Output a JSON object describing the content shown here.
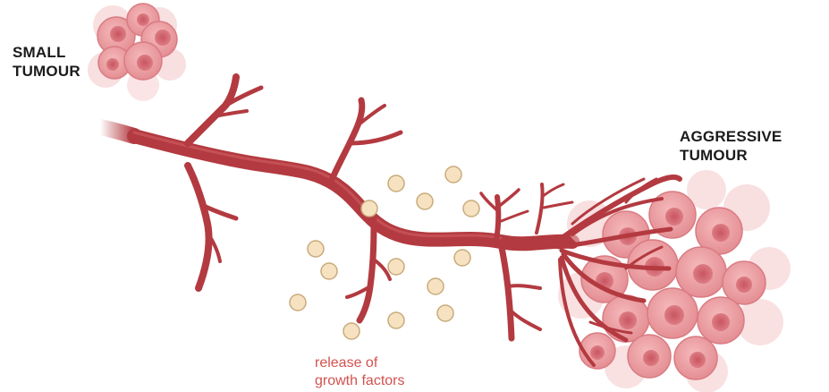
{
  "labels": {
    "small_tumour": [
      "SMALL",
      "TUMOUR"
    ],
    "aggressive_tumour": [
      "AGGRESSIVE",
      "TUMOUR"
    ],
    "growth_factors": [
      "release of",
      "growth factors"
    ]
  },
  "colors": {
    "vessel": "#b33a40",
    "vessel_highlight": "#d56a6e",
    "tumour_cell": "#eb9a9e",
    "tumour_nucleus": "#d66a72",
    "growth_factor_fill": "#f6e2c1",
    "growth_factor_stroke": "#c9ab7c",
    "annotation_text": "#d2524f"
  },
  "icons": {
    "small_tumour": "tumour-cell-cluster-icon",
    "aggressive_tumour": "tumour-mass-icon",
    "growth_factor": "growth-factor-particle-icon"
  }
}
